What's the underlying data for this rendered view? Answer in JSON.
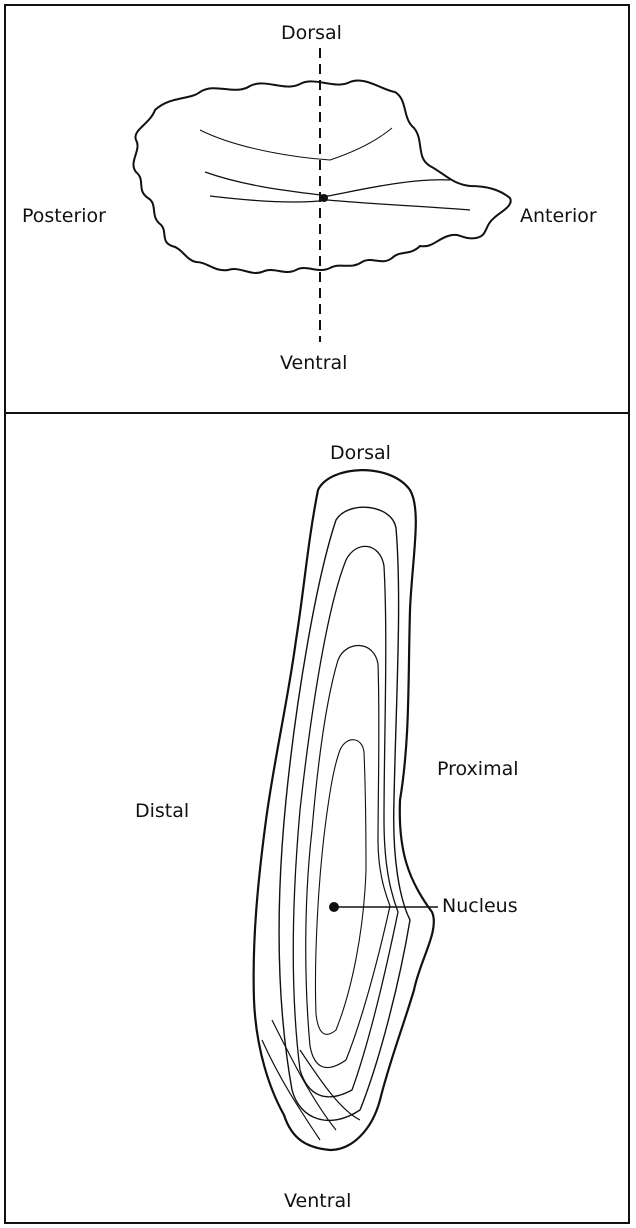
{
  "top_panel": {
    "labels": {
      "dorsal": "Dorsal",
      "posterior": "Posterior",
      "anterior": "Anterior",
      "ventral": "Ventral"
    }
  },
  "bottom_panel": {
    "labels": {
      "dorsal": "Dorsal",
      "distal": "Distal",
      "proximal": "Proximal",
      "nucleus": "Nucleus",
      "ventral": "Ventral"
    }
  },
  "colors": {
    "ink": "#111111",
    "background": "#ffffff"
  }
}
